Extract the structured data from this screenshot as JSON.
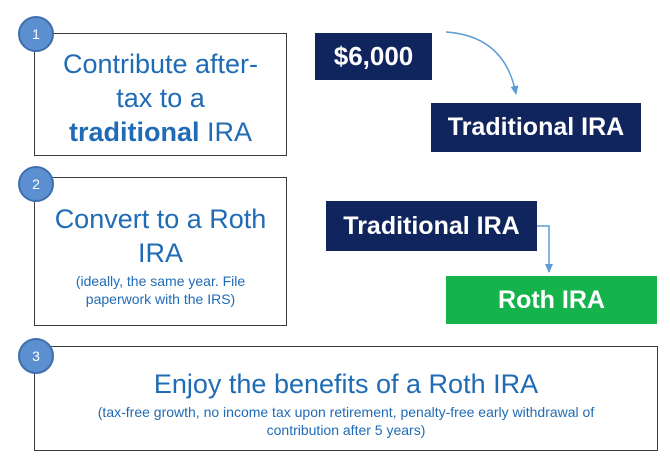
{
  "steps": [
    {
      "number": "1",
      "line1": "Contribute after-",
      "line2": "tax to a",
      "line3_bold": "traditional",
      "line3_rest": " IRA"
    },
    {
      "number": "2",
      "title": "Convert to a Roth IRA",
      "note": "(ideally, the same year. File paperwork with the IRS)"
    },
    {
      "number": "3",
      "title": "Enjoy the benefits of a Roth IRA",
      "note": "(tax-free growth, no income tax upon retirement, penalty-free early withdrawal of contribution after 5 years)"
    }
  ],
  "flow1": {
    "amount": "$6,000",
    "target": "Traditional IRA"
  },
  "flow2": {
    "source": "Traditional IRA",
    "target": "Roth IRA"
  },
  "colors": {
    "navy": "#10255e",
    "green": "#14b34c",
    "text_blue": "#1f6bb5",
    "badge_blue": "#5b8fd0",
    "arrow": "#5b9bd5"
  }
}
